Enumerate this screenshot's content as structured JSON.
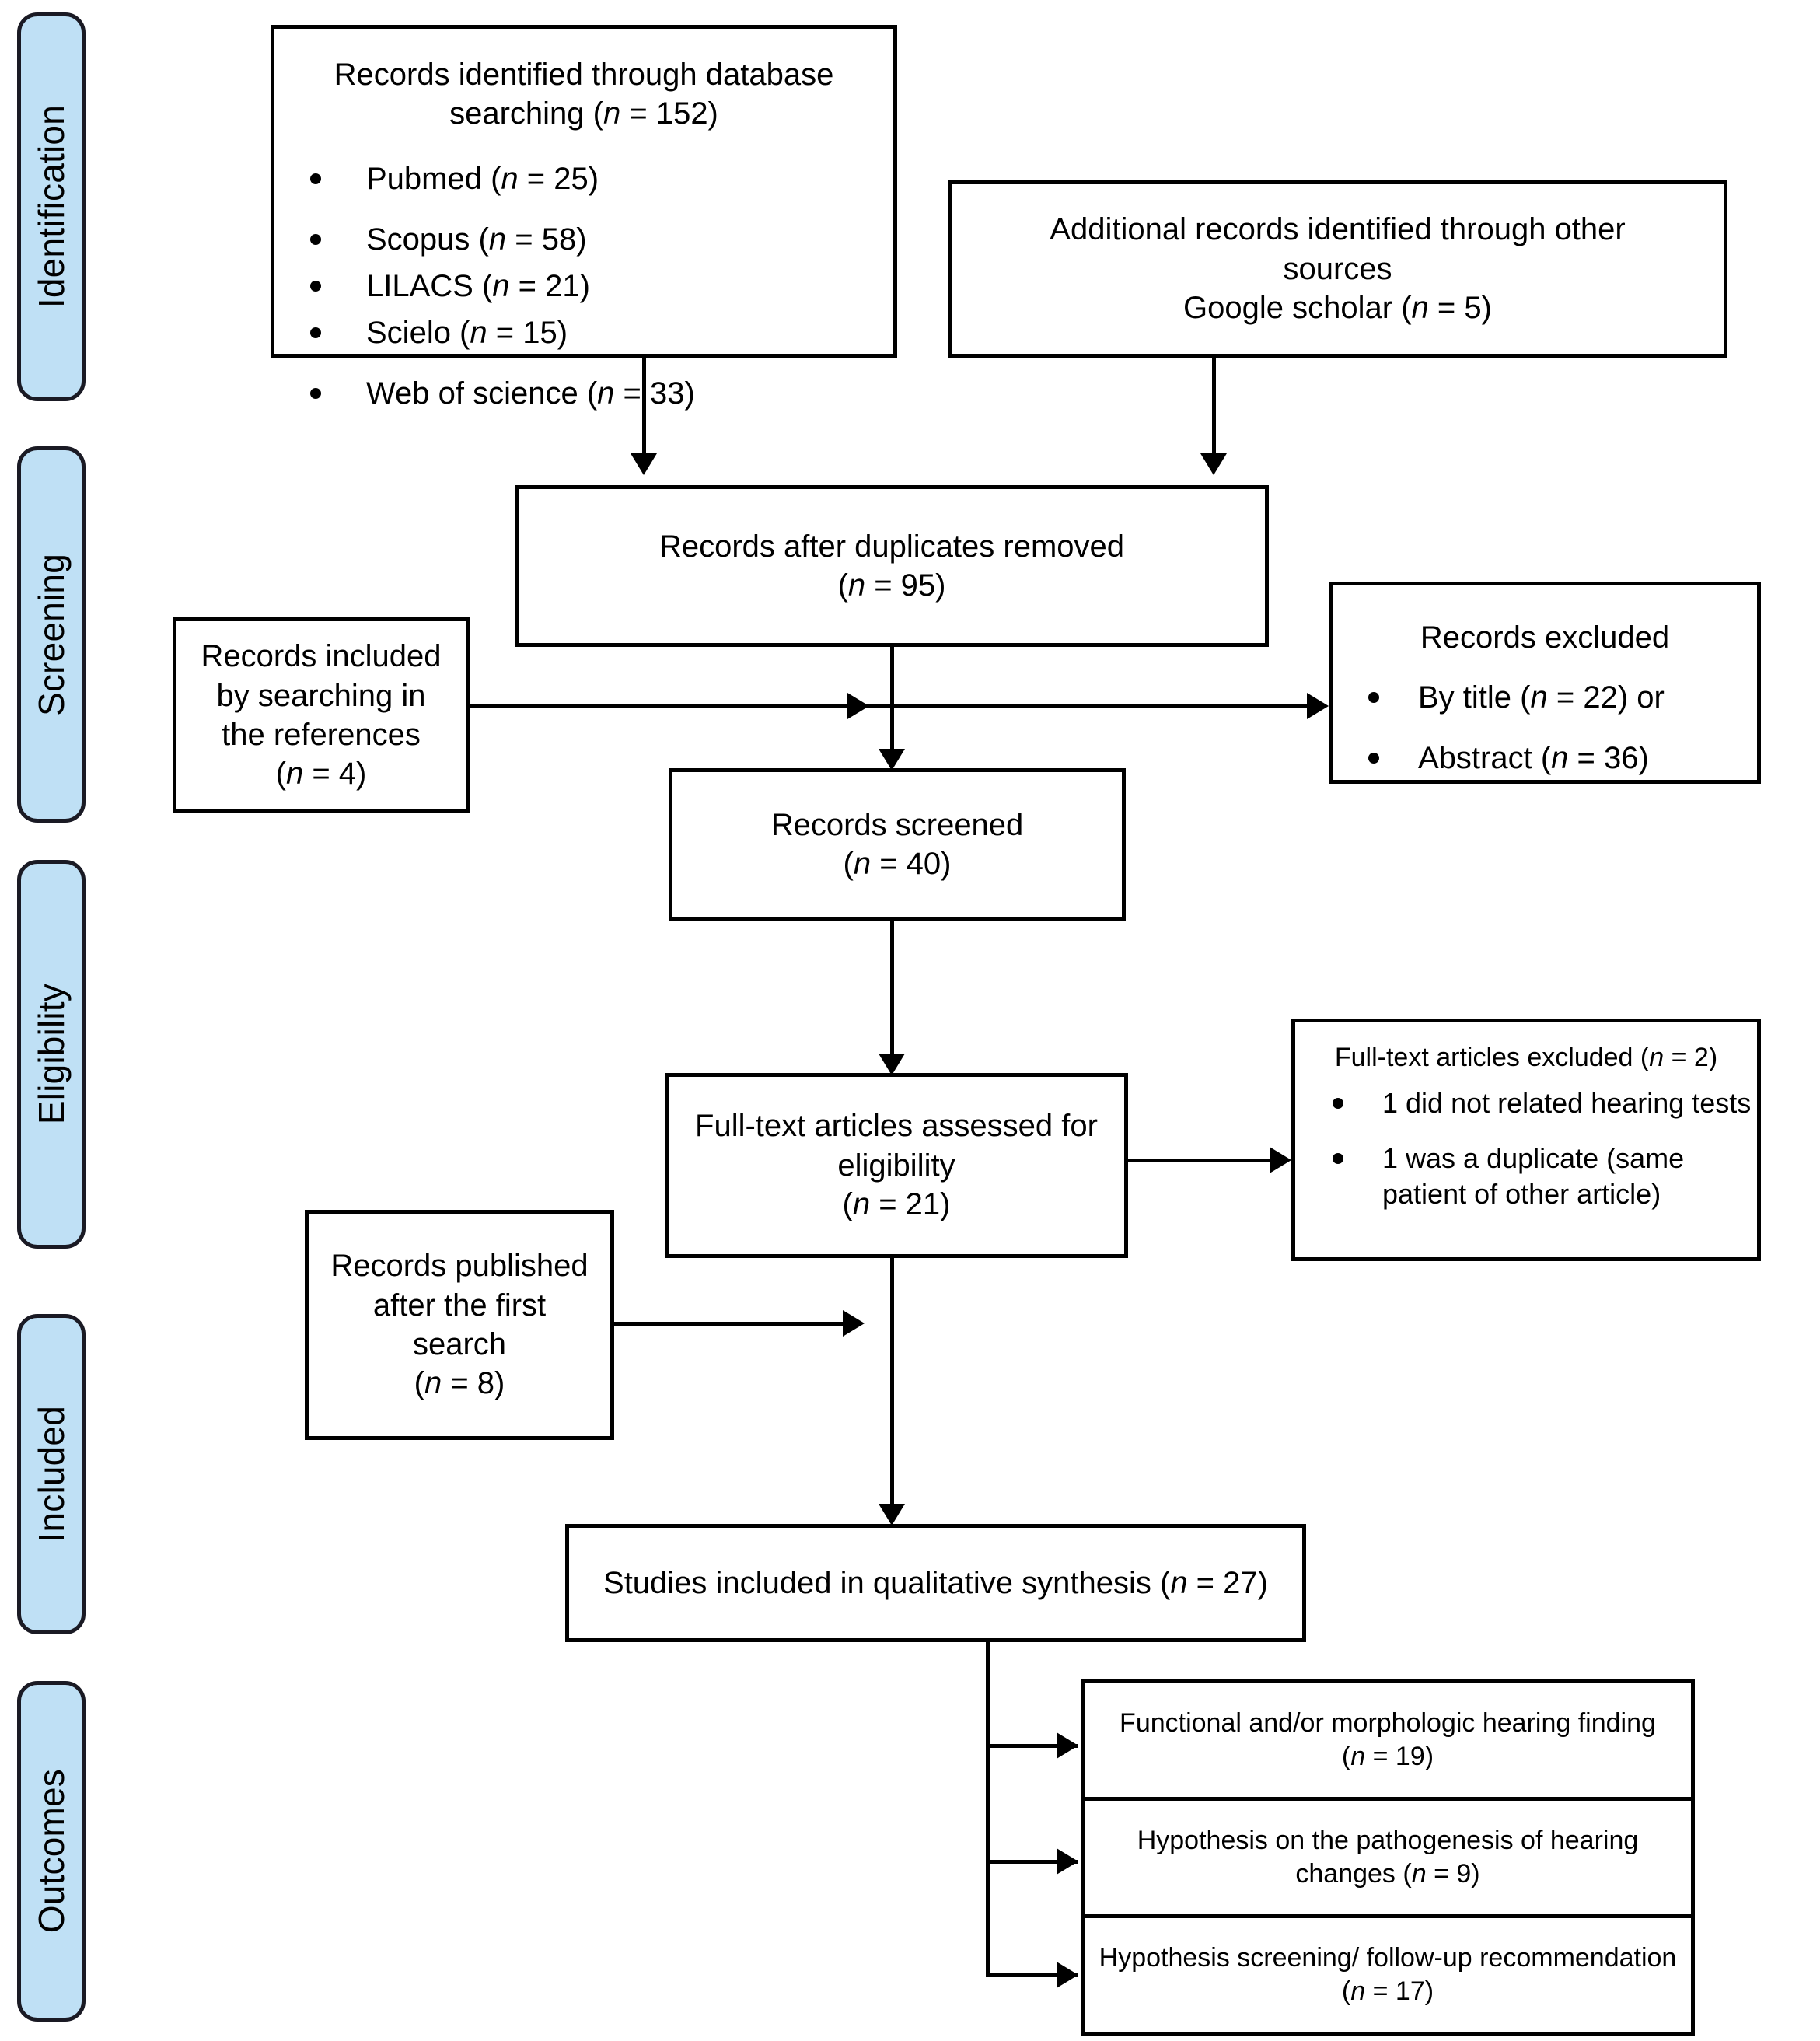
{
  "diagram": {
    "type": "prisma-flow",
    "stages": [
      {
        "id": "identification",
        "label": "Identification"
      },
      {
        "id": "screening",
        "label": "Screening"
      },
      {
        "id": "eligibility",
        "label": "Eligibility"
      },
      {
        "id": "included",
        "label": "Included"
      },
      {
        "id": "outcomes",
        "label": "Outcomes"
      }
    ],
    "stage_color": "#bfe0f5",
    "box_border_color": "#000000",
    "nodes": {
      "database_search": {
        "title_line1": "Records identified through database",
        "title_line2": "searching (n = 152)",
        "items": [
          "Pubmed (n = 25)",
          "Scopus (n = 58)",
          "LILACS (n = 21)",
          "Scielo (n = 15)",
          "Web of science (n = 33)"
        ]
      },
      "other_sources": {
        "line1": "Additional records identified through other",
        "line2": "sources",
        "line3": "Google scholar (n = 5)"
      },
      "duplicates_removed": {
        "line1": "Records after duplicates removed",
        "line2": "(n = 95)"
      },
      "records_from_references": {
        "line1": "Records included",
        "line2": "by searching in",
        "line3": "the references",
        "line4": "(n = 4)"
      },
      "records_excluded": {
        "title": "Records excluded",
        "items": [
          "By title (n = 22) or",
          "Abstract (n = 36)"
        ]
      },
      "records_screened": {
        "line1": "Records screened",
        "line2": "(n = 40)"
      },
      "fulltext_assessed": {
        "line1": "Full-text articles assessed for",
        "line2": "eligibility",
        "line3": "(n = 21)"
      },
      "fulltext_excluded": {
        "title": "Full-text articles excluded (n = 2)",
        "items": [
          "1 did not related hearing tests",
          "1 was a duplicate (same patient of other article)"
        ]
      },
      "records_published_after": {
        "line1": "Records published",
        "line2": "after the first",
        "line3": "search",
        "line4": "(n = 8)"
      },
      "studies_included": {
        "line1": "Studies included in qualitative synthesis (n = 27)"
      },
      "outcome_1": {
        "line1": "Functional and/or morphologic hearing finding",
        "line2": "(n = 19)"
      },
      "outcome_2": {
        "line1": "Hypothesis on the pathogenesis of hearing",
        "line2": "changes (n = 9)"
      },
      "outcome_3": {
        "line1": "Hypothesis screening/ follow-up recommendation",
        "line2": "(n = 17)"
      }
    }
  }
}
